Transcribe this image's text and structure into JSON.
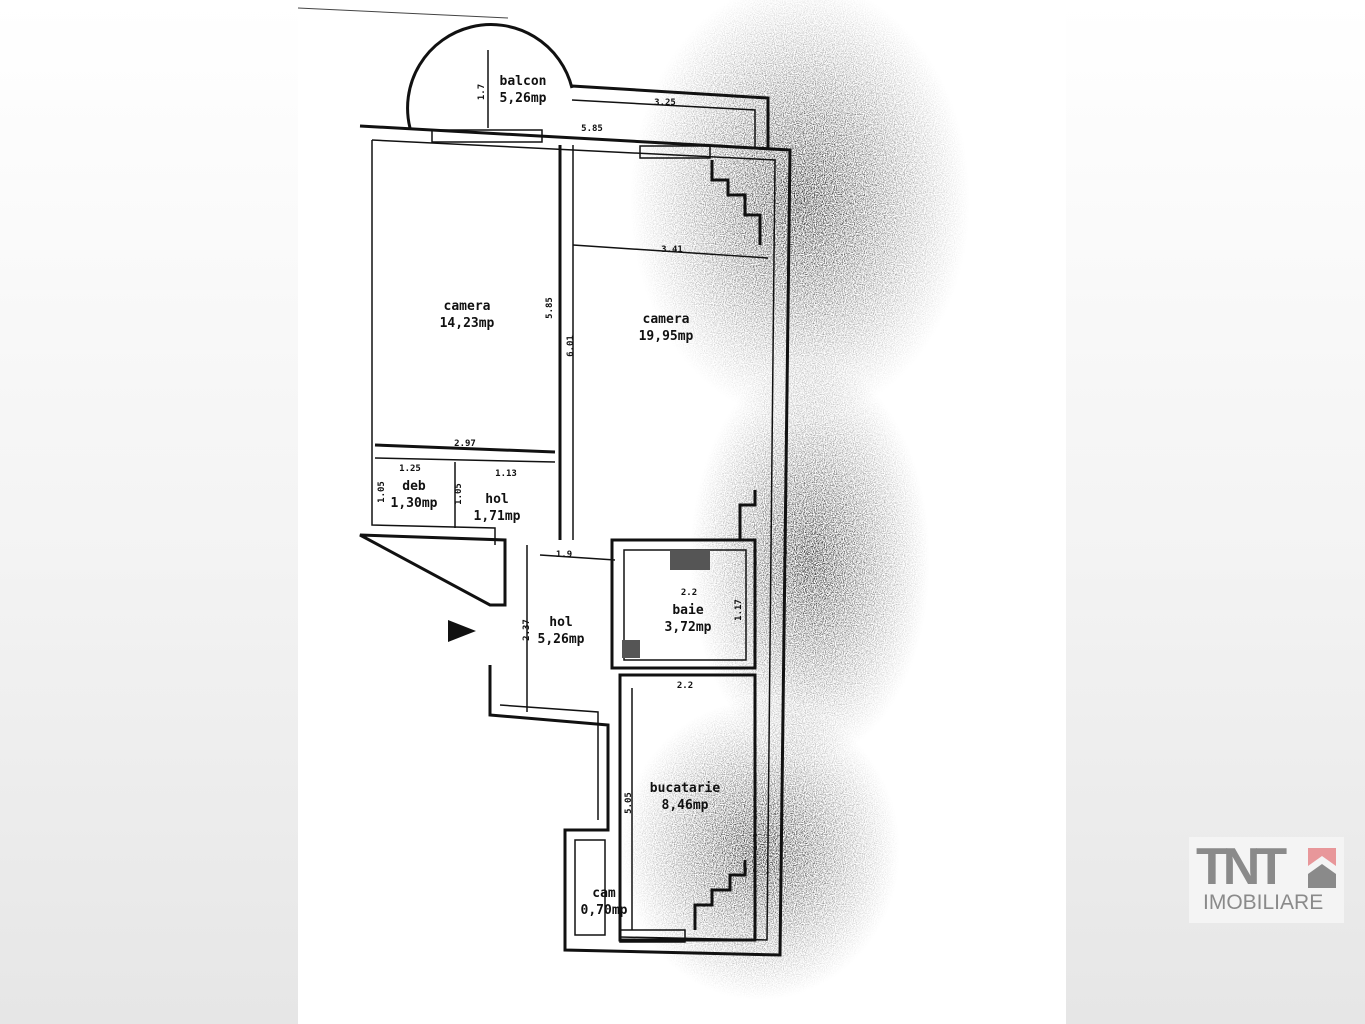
{
  "floor_plan": {
    "rooms": [
      {
        "name": "balcon",
        "area": "5,26mp"
      },
      {
        "name": "camera",
        "area": "14,23mp"
      },
      {
        "name": "camera",
        "area": "19,95mp"
      },
      {
        "name": "deb",
        "area": "1,30mp"
      },
      {
        "name": "hol",
        "area": "1,71mp"
      },
      {
        "name": "hol",
        "area": "5,26mp"
      },
      {
        "name": "baie",
        "area": "3,72mp"
      },
      {
        "name": "bucatarie",
        "area": "8,46mp"
      },
      {
        "name": "cam",
        "area": "0,70mp"
      }
    ],
    "dimensions": [
      "1.7",
      "3.25",
      "5.85",
      "3.41",
      "5.85",
      "6.01",
      "2.97",
      "1.25",
      "1.13",
      "1.05",
      "1.05",
      "1.9",
      "2.2",
      "1.17",
      "2.37",
      "2.2",
      "5.05"
    ]
  },
  "logo": {
    "brand": "TNT",
    "subtitle": "IMOBILIARE",
    "accent_color": "#e8979a",
    "text_color": "#8a8a8a"
  },
  "colors": {
    "wall": "#111111",
    "paper": "#ffffff"
  }
}
